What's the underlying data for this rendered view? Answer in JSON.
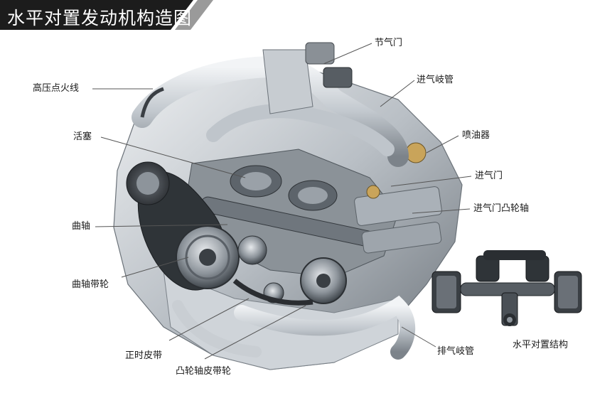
{
  "title": "水平对置发动机构造图",
  "labels": {
    "throttle": "节气门",
    "intake_manifold": "进气岐管",
    "ignition_wire": "高压点火线",
    "injector": "喷油器",
    "piston": "活塞",
    "intake_valve": "进气门",
    "intake_camshaft": "进气门凸轮轴",
    "crankshaft": "曲轴",
    "crank_pulley": "曲轴带轮",
    "timing_belt": "正时皮带",
    "exhaust_manifold": "排气岐管",
    "cam_belt_pulley": "凸轮轴皮带轮",
    "boxer_layout": "水平对置结构"
  },
  "colors": {
    "title_bg": "#1c1c1c",
    "title_accent": "#9a9a9a",
    "line": "#555555",
    "metal_light": "#d9dde1",
    "metal_mid": "#a9b0b7",
    "metal_dark": "#5d646b"
  }
}
